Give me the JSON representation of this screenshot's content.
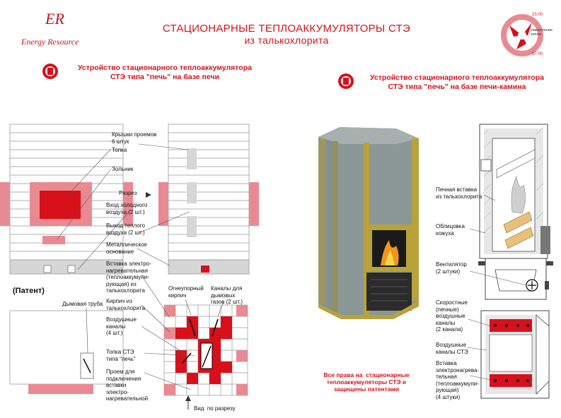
{
  "brand": {
    "monogram": "ER",
    "name": "Energy Resource"
  },
  "title": {
    "line1": "СТАЦИОНАРНЫЕ  ТЕПЛОАККУМУЛЯТОРЫ  СТЭ",
    "line2": "из талькохлорита"
  },
  "emblem": {
    "top_time": "23.00",
    "center_text": "Накопление тепла",
    "bottom_time": "07.00"
  },
  "left_section": {
    "heading_line1": "Устройство стационарного теплоаккумулятора",
    "heading_line2": "СТЭ типа \"печь\" на базе печи",
    "patent": "(Патент)",
    "labels": {
      "covers": "Крышки проемов\n6 штук",
      "firebox": "Топка",
      "ashpit": "Зольник",
      "section": "Разрез",
      "cold_air": "Вход холодного\nвоздуха (2 шт.)",
      "warm_air": "Выход теплого\nвоздуха (2 шт.)",
      "metal_base": "Металлическое\nоснование",
      "insert": "Вставка электро-\nнагревательная\n(теплоаккумули-\nрующая) из\nталькохлорита",
      "brick": "Кирпич из\nталькохлорита",
      "air_channels": "Воздушные\nканалы\n(4 шт.)",
      "firebox_ste": "Топка СТЭ\nтипа \"печь\"",
      "opening": "Проем для\nподключения\nвставки\nэлектро-\nнагревательной",
      "refractory": "Огнеупорный\nкирпич",
      "smoke_channels": "Каналы для\nдымовых\nгазов (2 шт.)",
      "chimney": "Дымовая труба",
      "view": "Вид  по разрезу"
    }
  },
  "right_section": {
    "heading_line1": "Устройство  стационарного теплоаккумулятора",
    "heading_line2": "СТЭ типа \"печь\" на базе печи-камина",
    "labels": {
      "insert": "Печная вставка\nиз талькохлорита",
      "casing": "Облицовка\nкожуха",
      "fan": "Вентилятор\n(2 штуки)",
      "fast_channels": "Скоростные\n(печные)\nвоздушные\nканалы\n(2 канала)",
      "air_channels": "Воздушные\nканалы СТЭ",
      "el_insert": "Вставка\nэлектронагрева-\nтельная\n(теплоаккумули-\nрующая)\n(4 штуки)"
    },
    "rights": "Все права на  стационарные\nтеплоаккумуляторы СТЭ и\nзащищены патентами"
  },
  "colors": {
    "accent": "#d8101a",
    "pink": "#e98a92",
    "gray": "#d6d6d6",
    "stone": "#8a9796",
    "brass": "#b8a23a"
  }
}
